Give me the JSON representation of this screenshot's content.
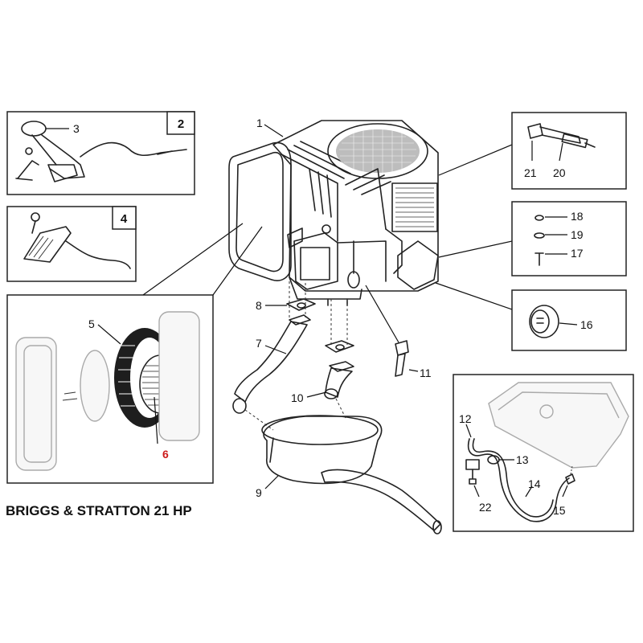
{
  "title": "BRIGGS & STRATTON 21 HP",
  "callouts": {
    "c1": "1",
    "c2": "2",
    "c3": "3",
    "c4": "4",
    "c5": "5",
    "c6": "6",
    "c7": "7",
    "c8": "8",
    "c9": "9",
    "c10": "10",
    "c11": "11",
    "c12": "12",
    "c13": "13",
    "c14": "14",
    "c15": "15",
    "c16": "16",
    "c17": "17",
    "c18": "18",
    "c19": "19",
    "c20": "20",
    "c21": "21",
    "c22": "22"
  },
  "colors": {
    "highlight": "#cc1a1a",
    "line": "#222222",
    "ghost": "#aaaaaa"
  }
}
